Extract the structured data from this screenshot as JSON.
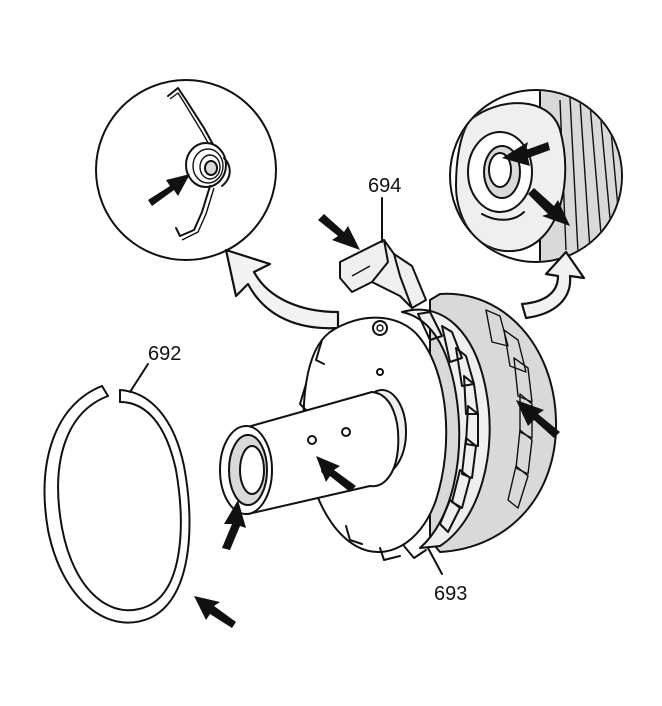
{
  "labels": {
    "ring": "692",
    "hub": "693",
    "pawl": "694"
  },
  "colors": {
    "line": "#111111",
    "shade": "#d9d9d9",
    "light_shade": "#efefef",
    "background": "#ffffff"
  },
  "icons": [
    "arrow-icon",
    "curved-callout-arrow-icon",
    "torsion-spring-icon"
  ]
}
